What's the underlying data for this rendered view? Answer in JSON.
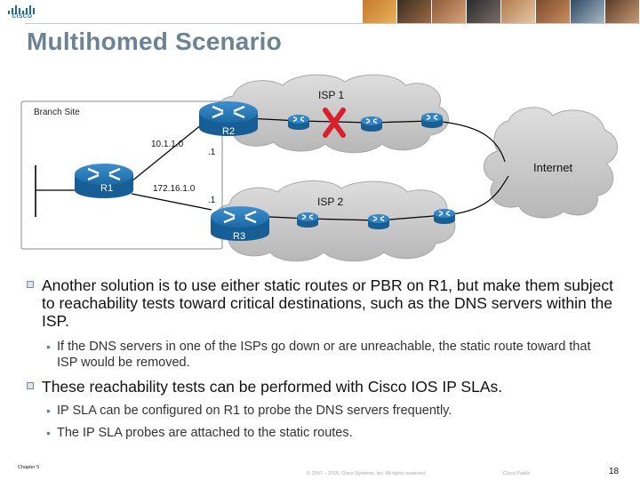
{
  "header": {
    "logo": {
      "name": "cisco-logo",
      "text": "CISCO"
    }
  },
  "slide": {
    "title": "Multihomed Scenario"
  },
  "diagram": {
    "branch_site": "Branch Site",
    "isp1": "ISP 1",
    "isp2": "ISP 2",
    "internet": "Internet",
    "routers": {
      "r1": "R1",
      "r2": "R2",
      "r3": "R3"
    },
    "networks": {
      "net_top": "10.1.1.0",
      "net_bottom": "172.16.1.0"
    },
    "host_top": ".1",
    "host_bottom": ".1",
    "colors": {
      "router": "#1b6aa5",
      "cloud": "#c7c7c7",
      "failure": "#d91f2a",
      "link": "#000000"
    }
  },
  "content": {
    "bullet1": {
      "text": "Another solution is to use either static routes or PBR on R1, but make them subject to reachability tests toward critical destinations, such as the DNS servers within the ISP.",
      "sub": [
        "If the DNS servers in one of the ISPs go down or are unreachable, the static route toward that ISP would be removed."
      ]
    },
    "bullet2": {
      "text": "These reachability tests can be performed with Cisco IOS IP SLAs.",
      "sub": [
        "IP SLA can be configured on R1 to probe the DNS servers frequently.",
        "The IP SLA  probes are attached to the static routes."
      ]
    }
  },
  "footer": {
    "chapter": "Chapter 5",
    "copyright": "© 2007 – 2016, Cisco Systems, Inc. All rights reserved.",
    "classification": "Cisco Public",
    "page": "18"
  }
}
